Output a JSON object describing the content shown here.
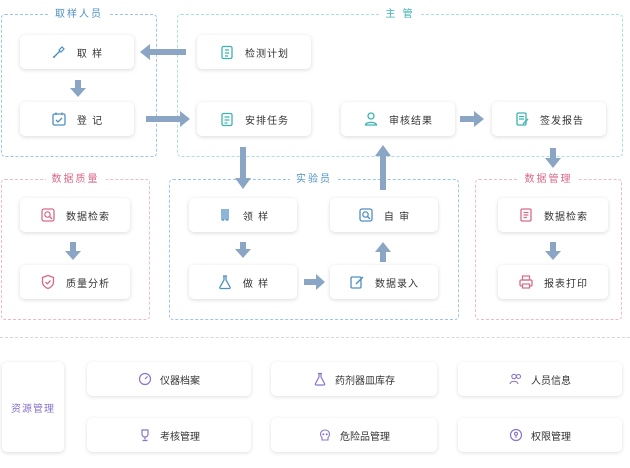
{
  "groups": {
    "sampler": "取样人员",
    "supervisor": "主 管",
    "experimenter": "实验员",
    "dq_left": "数据质量",
    "dm_right": "数据管理"
  },
  "nodes": {
    "sampling": "取 样",
    "register": "登 记",
    "test_plan": "检测计划",
    "arrange_task": "安排任务",
    "review_result": "审核结果",
    "issue_report": "签发报告",
    "data_search_left": "数据检索",
    "quality_analysis": "质量分析",
    "receive_sample": "领 样",
    "do_sample": "做 样",
    "self_review": "自 审",
    "data_entry": "数据录入",
    "data_search_right": "数据检索",
    "report_print": "报表打印"
  },
  "resources": {
    "title": "资源管理",
    "items": [
      {
        "label": "仪器档案",
        "icon": "gauge-icon"
      },
      {
        "label": "药剂器皿库存",
        "icon": "flask-icon"
      },
      {
        "label": "人员信息",
        "icon": "people-icon"
      },
      {
        "label": "考核管理",
        "icon": "trophy-icon"
      },
      {
        "label": "危险品管理",
        "icon": "skull-icon"
      },
      {
        "label": "权限管理",
        "icon": "shield-key-icon"
      }
    ]
  },
  "colors": {
    "blue": "#4d8fc3",
    "teal": "#3bb4b1",
    "pink": "#d96a88",
    "purple": "#8a74c9",
    "arrow": "#8aa6c4"
  }
}
